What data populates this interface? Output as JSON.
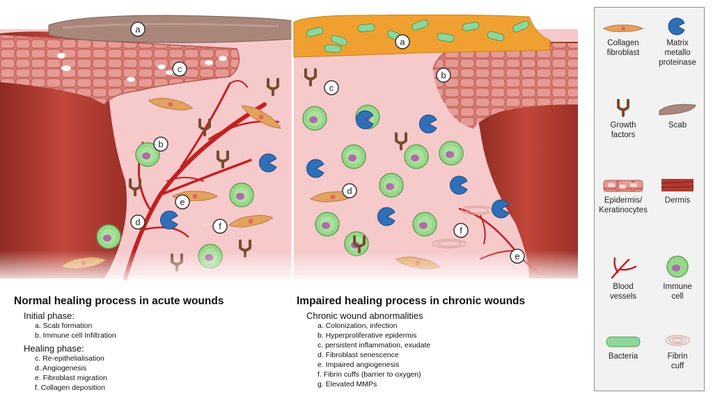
{
  "colors": {
    "wound_bed": "#f6c9cb",
    "dermis": "#b23a30",
    "epidermis": "#d77a73",
    "scab": "#a8877a",
    "chronic_scab": "#f0a030",
    "bacteria": "#8fd69a",
    "vessel": "#c41f1f",
    "immune_cell": "#92cf85",
    "mmp": "#2f6fb8",
    "fibroblast": "#e3a35f",
    "growth_factor": "#8a5a3a",
    "legend_bg": "#f2f2f2"
  },
  "markers": {
    "acute": [
      "a",
      "b",
      "c",
      "d",
      "e",
      "f"
    ],
    "chronic": [
      "a",
      "b",
      "c",
      "d",
      "e",
      "f"
    ]
  },
  "acute": {
    "title": "Normal healing process in acute wounds",
    "initial_phase": {
      "heading": "Initial phase:",
      "items": [
        "a.  Scab formation",
        "b.  Immune cell Infiltration"
      ]
    },
    "healing_phase": {
      "heading": "Healing phase:",
      "items": [
        "c.  Re-epithelialisation",
        "d.  Angiogenesis",
        "e.  Fibroblast migration",
        "f.   Collagen deposition"
      ]
    }
  },
  "chronic": {
    "title": "Impaired healing process in chronic wounds",
    "subheading": "Chronic wound abnormalities",
    "items": [
      "a.  Colonization, infection",
      "b.  Hyperproliferative epidermis",
      "c.  persistent inflammation, exudate",
      "d.  Fibroblast senescence",
      "e.  Impaired angiogenesis",
      "f.   Fibrin cuffs (barrier to oxygen)",
      "g.  Elevated MMPs"
    ]
  },
  "legend": {
    "items": [
      {
        "icon": "collagen-fibroblast-icon",
        "label": "Collagen\nfibroblast"
      },
      {
        "icon": "mmp-icon",
        "label": "Matrix\nmetallo\nproteinase"
      },
      {
        "icon": "growth-factor-icon",
        "label": "Growth\nfactors"
      },
      {
        "icon": "scab-icon",
        "label": "Scab"
      },
      {
        "icon": "epidermis-icon",
        "label": "Epidermis/\nKeratinocytes"
      },
      {
        "icon": "dermis-icon",
        "label": "Dermis"
      },
      {
        "icon": "blood-vessel-icon",
        "label": "Blood\nvessels"
      },
      {
        "icon": "immune-cell-icon",
        "label": "Immune\ncell"
      },
      {
        "icon": "bacteria-icon",
        "label": "Bacteria"
      },
      {
        "icon": "fibrin-cuff-icon",
        "label": "Fibrin\ncuff"
      }
    ]
  }
}
